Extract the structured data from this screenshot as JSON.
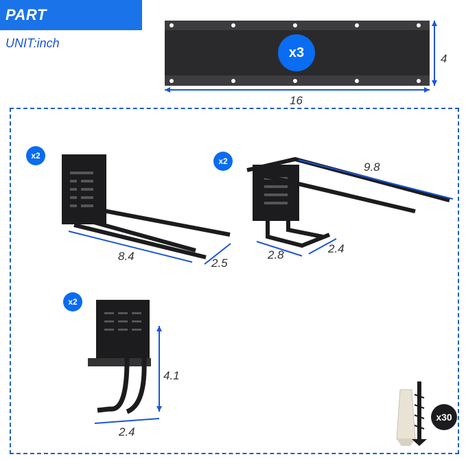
{
  "header": {
    "title": "PART DIMENSIONS",
    "unit": "UNIT:inch"
  },
  "rail": {
    "qty": "x3",
    "length": "16",
    "height": "4"
  },
  "hook_double_short": {
    "qty": "x2",
    "length": "8.4",
    "width": "2.5"
  },
  "hook_double_long": {
    "qty": "x2",
    "length": "9.8",
    "depth": "2.8",
    "width": "2.4"
  },
  "hook_j": {
    "qty": "x2",
    "height": "4.1",
    "width": "2.4"
  },
  "hardware": {
    "qty": "x30"
  },
  "colors": {
    "accent": "#1a73e8",
    "badge": "#0a6cf0",
    "metal": "#1c1c1e",
    "dimension_line": "#1a55d8"
  }
}
